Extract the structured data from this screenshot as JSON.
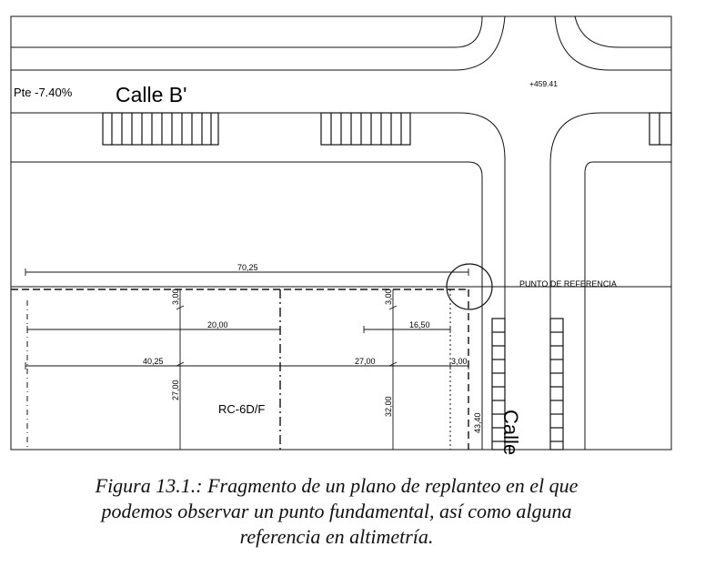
{
  "plan": {
    "slope_label": "Pte -7.40%",
    "street_b": "Calle B'",
    "street_side": "Calle",
    "elevation": "+459.41",
    "reference_label": "PUNTO DE REFERENCIA",
    "lot_label": "RC-6D/F",
    "dimensions": {
      "d_70_25": "70,25",
      "d_20_00": "20,00",
      "d_16_50": "16,50",
      "d_40_25": "40,25",
      "d_27_00_h": "27,00",
      "d_3_00_h": "3,00",
      "d_3_00_v1": "3,00",
      "d_3_00_v2": "3,00",
      "d_27_00_v": "27,00",
      "d_32_00_v": "32,00",
      "d_43_40_v": "43,40"
    }
  },
  "caption": {
    "line1": "Figura 13.1.: Fragmento de un plano de replanteo en el que",
    "line2": "podemos observar un punto fundamental, así como alguna",
    "line3": "referencia en altimetría."
  }
}
